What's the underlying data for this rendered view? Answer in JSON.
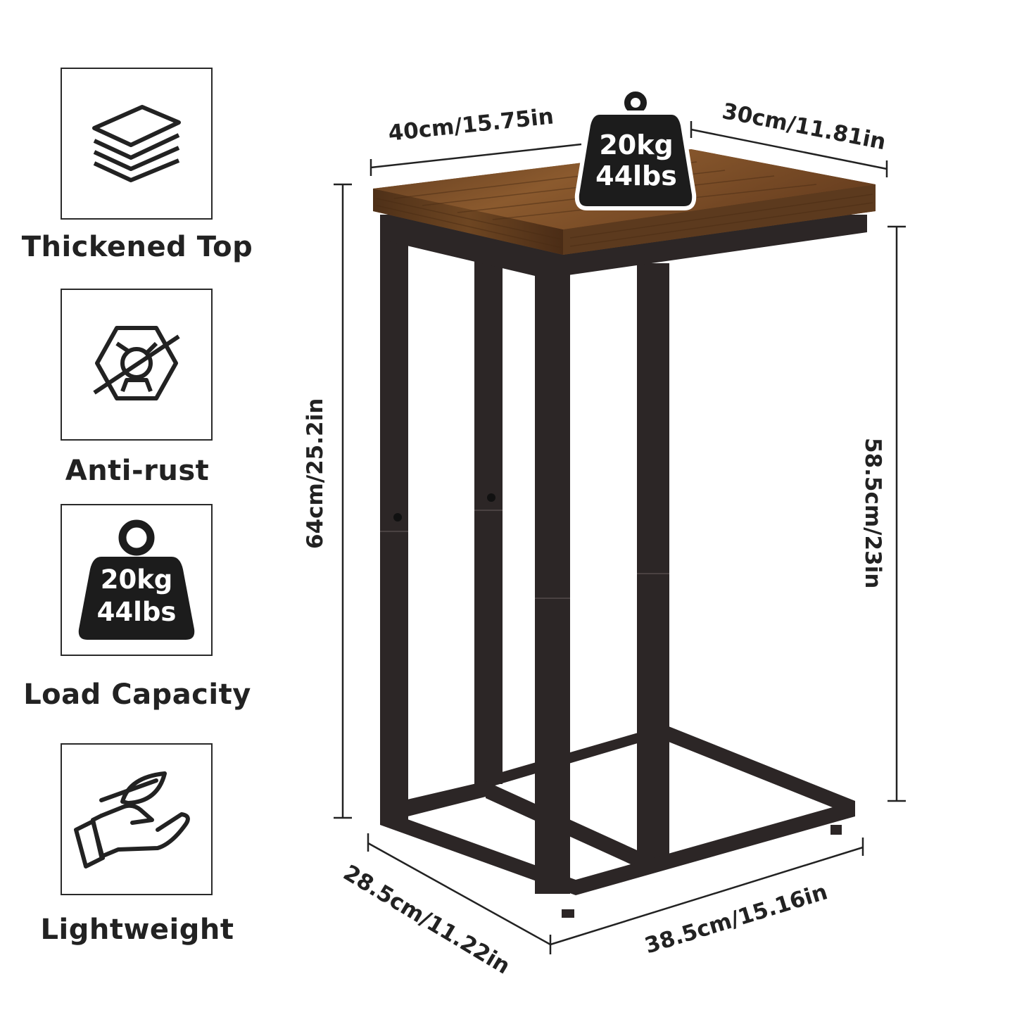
{
  "features": [
    {
      "label": "Thickened Top",
      "icon": "stacked-layers-icon"
    },
    {
      "label": "Anti-rust",
      "icon": "anti-rust-hexagon-icon"
    },
    {
      "label": "Load Capacity",
      "icon": "weight-icon",
      "weight_kg": "20kg",
      "weight_lbs": "44lbs"
    },
    {
      "label": "Lightweight",
      "icon": "hand-feather-icon"
    }
  ],
  "dimensions": {
    "top_width": "40cm/15.75in",
    "top_depth": "30cm/11.81in",
    "total_height": "64cm/25.2in",
    "inner_height": "58.5cm/23in",
    "base_depth": "28.5cm/11.22in",
    "base_width": "38.5cm/15.16in"
  },
  "load_badge": {
    "kg": "20kg",
    "lbs": "44lbs"
  },
  "colors": {
    "wood": "#7a4a24",
    "frame": "#2c2626",
    "badge": "#1c1c1c",
    "border": "#2a2a2a"
  }
}
